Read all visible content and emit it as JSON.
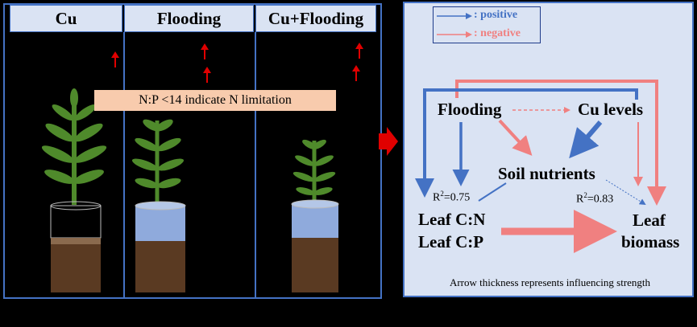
{
  "left_panel": {
    "headers": [
      "Cu",
      "Flooding",
      "Cu+Flooding"
    ],
    "banner": "N:P <14  indicate N limitation",
    "up_arrow_glyph": "↑"
  },
  "legend": {
    "positive": ": positive",
    "negative": ": negative",
    "positive_color": "#4472c4",
    "negative_color": "#f08080"
  },
  "diagram": {
    "nodes": {
      "flooding": "Flooding",
      "cu_levels": "Cu levels",
      "soil_nutrients": "Soil nutrients",
      "leaf_cn": "Leaf C:N",
      "leaf_cp": "Leaf C:P",
      "leaf": "Leaf",
      "biomass": "biomass"
    },
    "r2_left_base": "R",
    "r2_left_sup": "2",
    "r2_left_val": "=0.75",
    "r2_right_base": "R",
    "r2_right_sup": "2",
    "r2_right_val": "=0.83",
    "caption": "Arrow thickness represents influencing strength"
  },
  "colors": {
    "blue": "#4472c4",
    "pink": "#f08080",
    "plant_green": "#4f8a2b",
    "water_blue": "#8faadc",
    "soil_brown": "#5a3a22"
  }
}
